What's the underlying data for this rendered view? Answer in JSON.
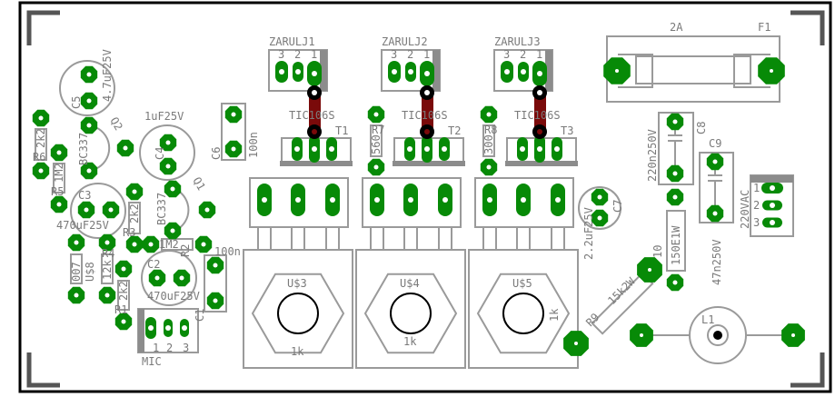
{
  "board": {
    "colors": {
      "pad": "#078a07",
      "silk": "#9a9a9a",
      "link": "#7a0a0a",
      "border": "#000000"
    },
    "labels": {
      "c5_value": "4.7uF25V",
      "c5": "C5",
      "q2": "Q2",
      "q2_type": "BC337",
      "q1": "Q1",
      "q1_type": "BC337",
      "r6": "R6",
      "r6_value": "2k2",
      "r5": "R5",
      "r5_value": "1M2",
      "c3": "C3",
      "c3_value": "470uF25V",
      "c4": "C4",
      "c4_value": "1uF25V",
      "r3": "R3",
      "r3_value": "2k2",
      "r2": "R2",
      "r2_value": "1M2",
      "c6": "C6",
      "c6_value": "100n",
      "u8": "U$8",
      "u8_value": "007",
      "r4": "R4",
      "r4_value": "12k",
      "r1": "R1",
      "r1_value": "2k2",
      "c2": "C2",
      "c2_value": "470uF25V",
      "c1": "C1",
      "c1_value": "100n",
      "mic": "MIC",
      "zarulj1": "ZARULJ1",
      "zarulj2": "ZARULJ2",
      "zarulj3": "ZARULJ3",
      "t1": "T1",
      "t2": "T2",
      "t3": "T3",
      "thyristor": "TIC106S",
      "r7": "R7",
      "r7_value": "560",
      "r8": "R8",
      "r8_value": "300",
      "u3": "U$3",
      "u4": "U$4",
      "u5": "U$5",
      "pot_value": "1k",
      "c7": "C7",
      "c7_value": "2.2uF25V",
      "r9": "R9",
      "r9_value": "15k2W",
      "r10": "10",
      "fuse_rating": "2A",
      "f1": "F1",
      "c8": "C8",
      "c8_value": "220n250V",
      "r150_value": "150E1W",
      "c9": "C9",
      "c9_value": "47n250V",
      "ac": "220VAC",
      "l1": "L1",
      "pin1": "1",
      "pin2": "2",
      "pin3": "3"
    }
  }
}
